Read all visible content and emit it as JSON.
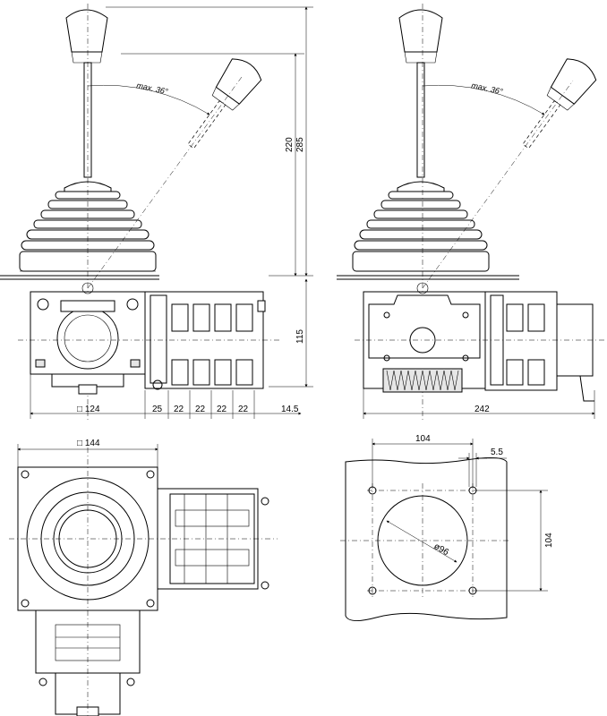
{
  "dimensions": {
    "angle_left": "max. 36°",
    "angle_right": "max. 36°",
    "height_220": "220",
    "height_285": "285",
    "height_115": "115",
    "width_124": "□ 124",
    "width_25": "25",
    "width_22a": "22",
    "width_22b": "22",
    "width_22c": "22",
    "width_22d": "22",
    "width_14_5": "14.5",
    "width_242": "242",
    "width_144": "□ 144",
    "hole_104_h": "104",
    "hole_5_5": "5.5",
    "hole_104_v": "104",
    "diameter_96": "ø96"
  }
}
